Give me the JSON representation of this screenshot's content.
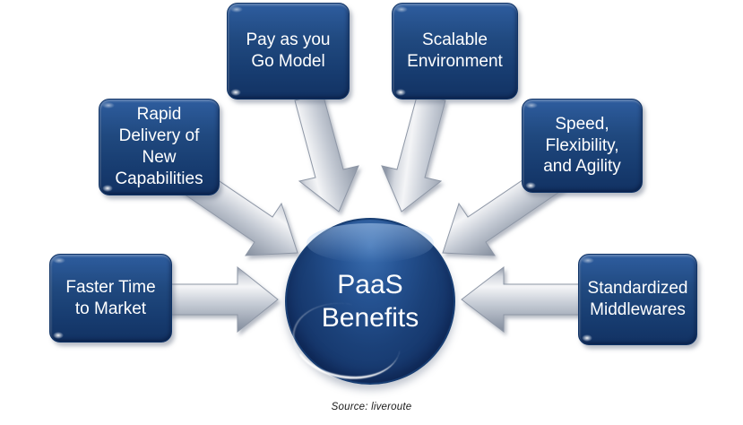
{
  "diagram": {
    "center_label": "PaaS Benefits",
    "benefits": [
      {
        "id": "pay-as-you-go",
        "label": "Pay as you Go Model"
      },
      {
        "id": "scalable",
        "label": "Scalable Environment"
      },
      {
        "id": "rapid-delivery",
        "label": "Rapid Delivery of New Capabilities"
      },
      {
        "id": "speed-flexibility",
        "label": "Speed, Flexibility, and Agility"
      },
      {
        "id": "faster-time",
        "label": "Faster Time to Market"
      },
      {
        "id": "standardized",
        "label": "Standardized Middlewares"
      }
    ],
    "connections": [
      {
        "from": "pay-as-you-go",
        "to": "center"
      },
      {
        "from": "scalable",
        "to": "center"
      },
      {
        "from": "rapid-delivery",
        "to": "center"
      },
      {
        "from": "speed-flexibility",
        "to": "center"
      },
      {
        "from": "faster-time",
        "to": "center"
      },
      {
        "from": "standardized",
        "to": "center"
      }
    ],
    "source_note": "Source: liveroute",
    "colors": {
      "box_gradient_top": "#2e5d9f",
      "box_gradient_bottom": "#123263",
      "box_border": "#0f3366",
      "circle_highlight": "#3c70b2",
      "circle_base": "#12305f",
      "arrow_light": "#f4f5f7",
      "arrow_dark": "#828c9c",
      "label_text": "#ffffff",
      "source_text": "#1a1a1a"
    }
  }
}
